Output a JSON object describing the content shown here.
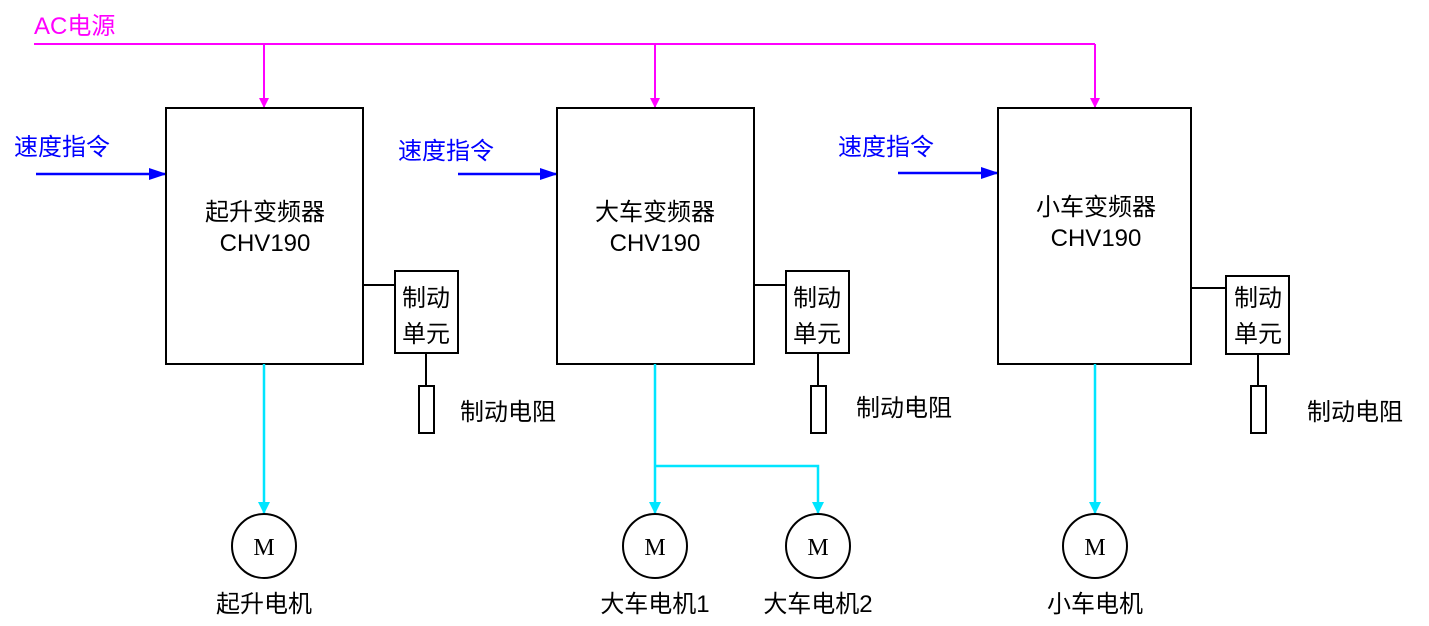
{
  "colors": {
    "power": "#ff00ff",
    "speed": "#0000ff",
    "motor_line": "#00e5ff",
    "frame": "#000000",
    "text": "#000000"
  },
  "power_label": "AC电源",
  "speed_label": "速度指令",
  "drives": [
    {
      "name": "起升变频器",
      "model": "CHV190",
      "brake_unit_line1": "制动",
      "brake_unit_line2": "单元",
      "resistor": "制动电阻"
    },
    {
      "name": "大车变频器",
      "model": "CHV190",
      "brake_unit_line1": "制动",
      "brake_unit_line2": "单元",
      "resistor": "制动电阻"
    },
    {
      "name": "小车变频器",
      "model": "CHV190",
      "brake_unit_line1": "制动",
      "brake_unit_line2": "单元",
      "resistor": "制动电阻"
    }
  ],
  "motors": [
    {
      "symbol": "M",
      "label": "起升电机"
    },
    {
      "symbol": "M",
      "label": "大车电机1"
    },
    {
      "symbol": "M",
      "label": "大车电机2"
    },
    {
      "symbol": "M",
      "label": "小车电机"
    }
  ]
}
